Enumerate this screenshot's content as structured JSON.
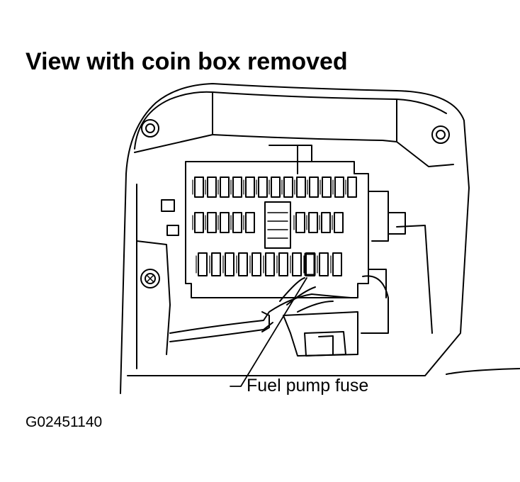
{
  "title": "View with coin box removed",
  "callout_label": "Fuel pump fuse",
  "figure_code": "G02451140",
  "fuse_rows": [
    13,
    9,
    11
  ]
}
